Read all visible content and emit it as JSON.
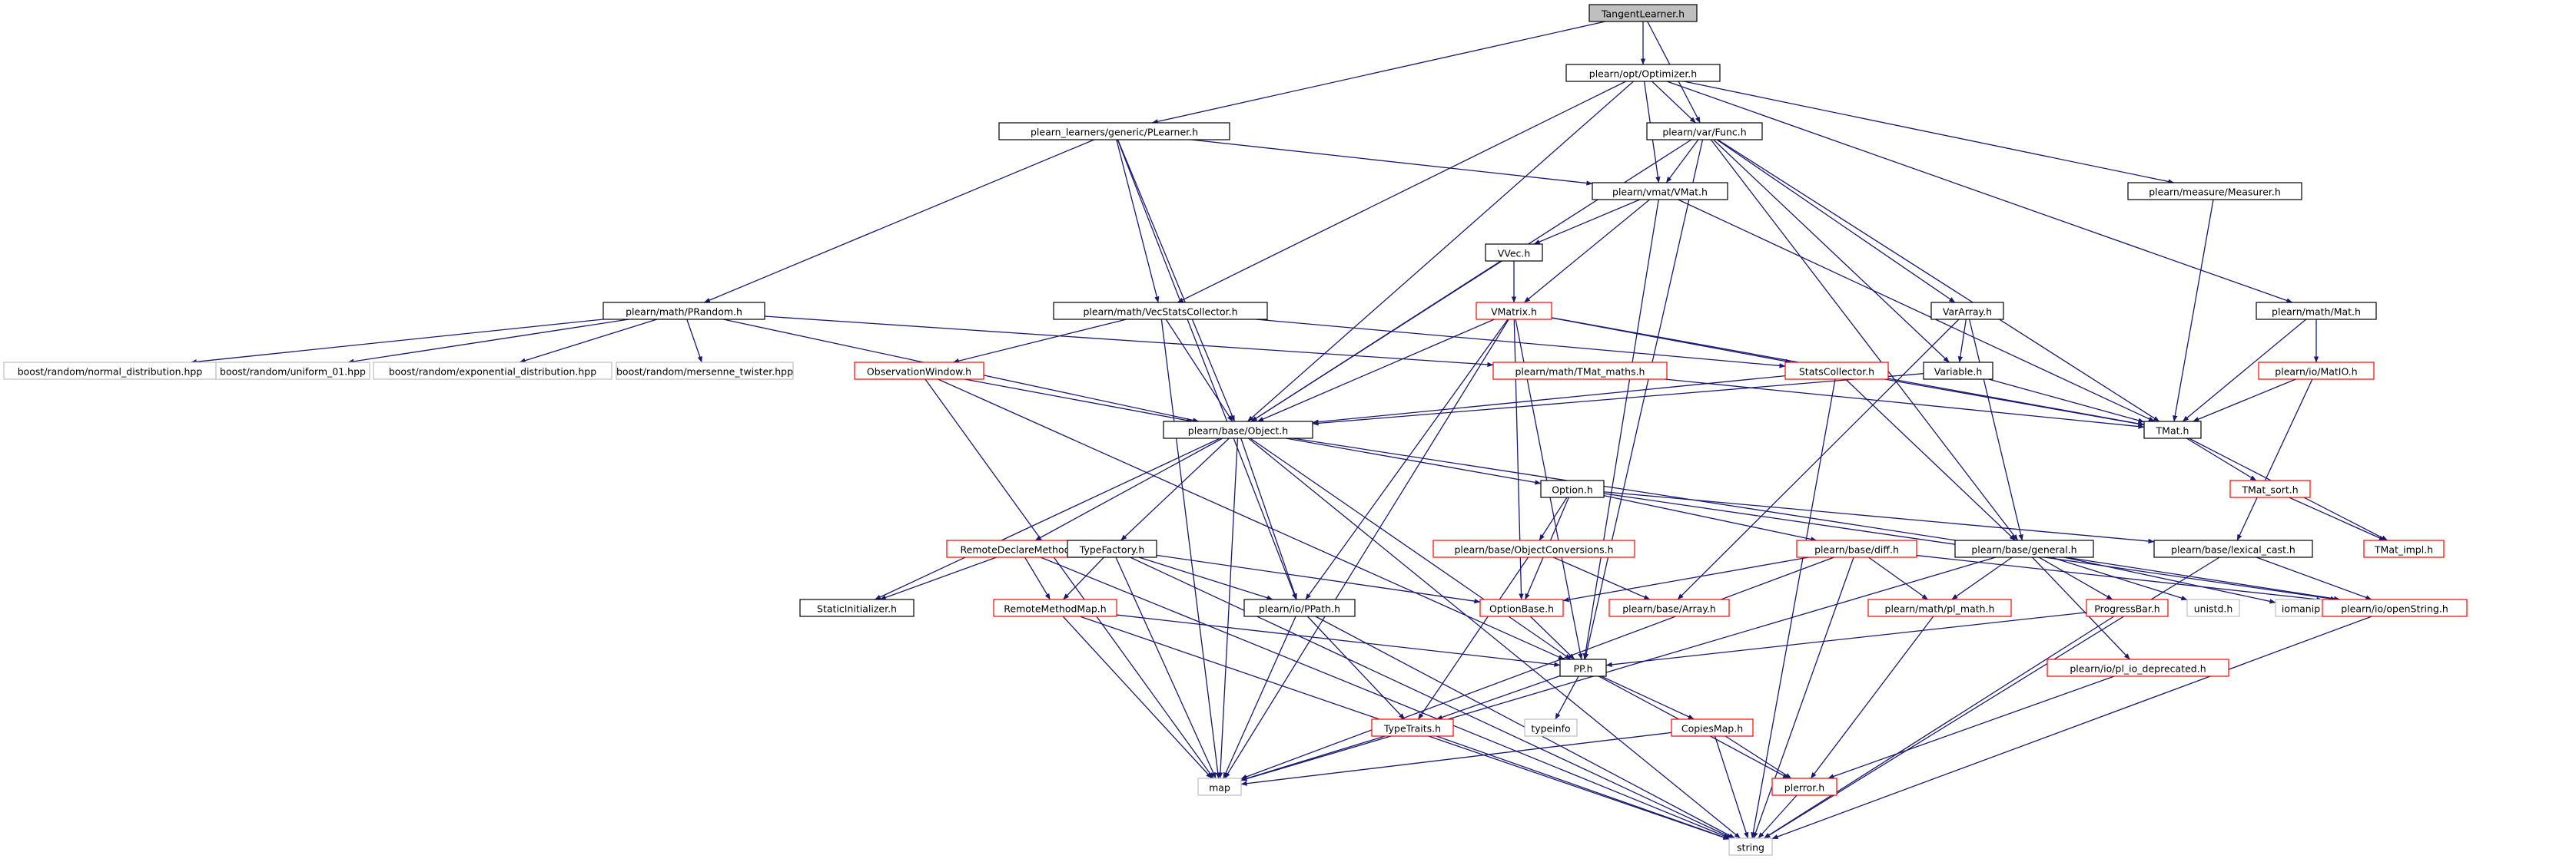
{
  "graph": {
    "colors": {
      "edge": "#191970",
      "normal_border": "#000000",
      "incomplete_border": "#ff0000",
      "external_border": "#bfbfbf",
      "root_fill": "#bfbfbf",
      "text": "#000000"
    },
    "nodes": [
      {
        "id": "TangentLearner.h",
        "label": "TangentLearner.h",
        "kind": "root"
      },
      {
        "id": "plearn/opt/Optimizer.h",
        "label": "plearn/opt/Optimizer.h",
        "kind": "normal"
      },
      {
        "id": "plearn_learners/generic/PLearner.h",
        "label": "plearn_learners/generic/PLearner.h",
        "kind": "normal"
      },
      {
        "id": "plearn/var/Func.h",
        "label": "plearn/var/Func.h",
        "kind": "normal"
      },
      {
        "id": "plearn/vmat/VMat.h",
        "label": "plearn/vmat/VMat.h",
        "kind": "normal"
      },
      {
        "id": "plearn/measure/Measurer.h",
        "label": "plearn/measure/Measurer.h",
        "kind": "normal"
      },
      {
        "id": "VVec.h",
        "label": "VVec.h",
        "kind": "normal"
      },
      {
        "id": "VMatrix.h",
        "label": "VMatrix.h",
        "kind": "incomplete"
      },
      {
        "id": "VarArray.h",
        "label": "VarArray.h",
        "kind": "normal"
      },
      {
        "id": "plearn/math/Mat.h",
        "label": "plearn/math/Mat.h",
        "kind": "normal"
      },
      {
        "id": "plearn/math/PRandom.h",
        "label": "plearn/math/PRandom.h",
        "kind": "normal"
      },
      {
        "id": "plearn/math/VecStatsCollector.h",
        "label": "plearn/math/VecStatsCollector.h",
        "kind": "normal"
      },
      {
        "id": "StatsCollector.h",
        "label": "StatsCollector.h",
        "kind": "incomplete"
      },
      {
        "id": "plearn/math/TMat_maths.h",
        "label": "plearn/math/TMat_maths.h",
        "kind": "incomplete"
      },
      {
        "id": "Variable.h",
        "label": "Variable.h",
        "kind": "normal"
      },
      {
        "id": "plearn/io/MatIO.h",
        "label": "plearn/io/MatIO.h",
        "kind": "incomplete"
      },
      {
        "id": "boost/random/normal_distribution.hpp",
        "label": "boost/random/normal_distribution.hpp",
        "kind": "external"
      },
      {
        "id": "boost/random/uniform_01.hpp",
        "label": "boost/random/uniform_01.hpp",
        "kind": "external"
      },
      {
        "id": "boost/random/exponential_distribution.hpp",
        "label": "boost/random/exponential_distribution.hpp",
        "kind": "external"
      },
      {
        "id": "boost/random/mersenne_twister.hpp",
        "label": "boost/random/mersenne_twister.hpp",
        "kind": "external"
      },
      {
        "id": "ObservationWindow.h",
        "label": "ObservationWindow.h",
        "kind": "incomplete"
      },
      {
        "id": "TMat.h",
        "label": "TMat.h",
        "kind": "normal"
      },
      {
        "id": "plearn/base/Object.h",
        "label": "plearn/base/Object.h",
        "kind": "normal"
      },
      {
        "id": "TMat_sort.h",
        "label": "TMat_sort.h",
        "kind": "incomplete"
      },
      {
        "id": "Option.h",
        "label": "Option.h",
        "kind": "normal"
      },
      {
        "id": "plearn/base/lexical_cast.h",
        "label": "plearn/base/lexical_cast.h",
        "kind": "normal"
      },
      {
        "id": "TMat_impl.h",
        "label": "TMat_impl.h",
        "kind": "incomplete"
      },
      {
        "id": "RemoteDeclareMethod.h",
        "label": "RemoteDeclareMethod.h",
        "kind": "incomplete"
      },
      {
        "id": "TypeFactory.h",
        "label": "TypeFactory.h",
        "kind": "normal"
      },
      {
        "id": "plearn/base/ObjectConversions.h",
        "label": "plearn/base/ObjectConversions.h",
        "kind": "incomplete"
      },
      {
        "id": "plearn/base/diff.h",
        "label": "plearn/base/diff.h",
        "kind": "incomplete"
      },
      {
        "id": "plearn/base/general.h",
        "label": "plearn/base/general.h",
        "kind": "normal"
      },
      {
        "id": "StaticInitializer.h",
        "label": "StaticInitializer.h",
        "kind": "normal"
      },
      {
        "id": "RemoteMethodMap.h",
        "label": "RemoteMethodMap.h",
        "kind": "incomplete"
      },
      {
        "id": "plearn/io/PPath.h",
        "label": "plearn/io/PPath.h",
        "kind": "normal"
      },
      {
        "id": "OptionBase.h",
        "label": "OptionBase.h",
        "kind": "incomplete"
      },
      {
        "id": "plearn/base/Array.h",
        "label": "plearn/base/Array.h",
        "kind": "incomplete"
      },
      {
        "id": "plearn/math/pl_math.h",
        "label": "plearn/math/pl_math.h",
        "kind": "incomplete"
      },
      {
        "id": "ProgressBar.h",
        "label": "ProgressBar.h",
        "kind": "incomplete"
      },
      {
        "id": "unistd.h",
        "label": "unistd.h",
        "kind": "external"
      },
      {
        "id": "iomanip",
        "label": "iomanip",
        "kind": "external"
      },
      {
        "id": "plearn/io/openString.h",
        "label": "plearn/io/openString.h",
        "kind": "incomplete"
      },
      {
        "id": "PP.h",
        "label": "PP.h",
        "kind": "normal"
      },
      {
        "id": "plearn/io/pl_io_deprecated.h",
        "label": "plearn/io/pl_io_deprecated.h",
        "kind": "incomplete"
      },
      {
        "id": "typeinfo",
        "label": "typeinfo",
        "kind": "external"
      },
      {
        "id": "TypeTraits.h",
        "label": "TypeTraits.h",
        "kind": "incomplete"
      },
      {
        "id": "CopiesMap.h",
        "label": "CopiesMap.h",
        "kind": "incomplete"
      },
      {
        "id": "map",
        "label": "map",
        "kind": "external"
      },
      {
        "id": "plerror.h",
        "label": "plerror.h",
        "kind": "incomplete"
      },
      {
        "id": "string",
        "label": "string",
        "kind": "external"
      }
    ],
    "edges": [
      [
        "TangentLearner.h",
        "plearn/opt/Optimizer.h"
      ],
      [
        "TangentLearner.h",
        "plearn_learners/generic/PLearner.h"
      ],
      [
        "TangentLearner.h",
        "plearn/var/Func.h"
      ],
      [
        "plearn/opt/Optimizer.h",
        "plearn/var/Func.h"
      ],
      [
        "plearn/opt/Optimizer.h",
        "plearn/vmat/VMat.h"
      ],
      [
        "plearn/opt/Optimizer.h",
        "plearn/measure/Measurer.h"
      ],
      [
        "plearn/opt/Optimizer.h",
        "plearn/math/Mat.h"
      ],
      [
        "plearn/opt/Optimizer.h",
        "plearn/math/VecStatsCollector.h"
      ],
      [
        "plearn/opt/Optimizer.h",
        "plearn/base/Object.h"
      ],
      [
        "plearn_learners/generic/PLearner.h",
        "plearn/vmat/VMat.h"
      ],
      [
        "plearn_learners/generic/PLearner.h",
        "plearn/math/PRandom.h"
      ],
      [
        "plearn_learners/generic/PLearner.h",
        "plearn/math/VecStatsCollector.h"
      ],
      [
        "plearn_learners/generic/PLearner.h",
        "plearn/base/Object.h"
      ],
      [
        "plearn_learners/generic/PLearner.h",
        "plearn/io/PPath.h"
      ],
      [
        "plearn/var/Func.h",
        "plearn/vmat/VMat.h"
      ],
      [
        "plearn/var/Func.h",
        "VarArray.h"
      ],
      [
        "plearn/var/Func.h",
        "Variable.h"
      ],
      [
        "plearn/var/Func.h",
        "TMat.h"
      ],
      [
        "plearn/var/Func.h",
        "plearn/base/Object.h"
      ],
      [
        "plearn/var/Func.h",
        "PP.h"
      ],
      [
        "plearn/var/Func.h",
        "plearn/base/general.h"
      ],
      [
        "plearn/vmat/VMat.h",
        "VVec.h"
      ],
      [
        "plearn/vmat/VMat.h",
        "VMatrix.h"
      ],
      [
        "plearn/vmat/VMat.h",
        "TMat.h"
      ],
      [
        "plearn/vmat/VMat.h",
        "PP.h"
      ],
      [
        "plearn/measure/Measurer.h",
        "TMat.h"
      ],
      [
        "VVec.h",
        "VMatrix.h"
      ],
      [
        "VVec.h",
        "plearn/base/Object.h"
      ],
      [
        "VMatrix.h",
        "StatsCollector.h"
      ],
      [
        "VMatrix.h",
        "plearn/base/Object.h"
      ],
      [
        "VMatrix.h",
        "TMat.h"
      ],
      [
        "VMatrix.h",
        "map"
      ],
      [
        "VMatrix.h",
        "plearn/io/PPath.h"
      ],
      [
        "VMatrix.h",
        "OptionBase.h"
      ],
      [
        "VMatrix.h",
        "PP.h"
      ],
      [
        "VarArray.h",
        "Variable.h"
      ],
      [
        "VarArray.h",
        "plearn/base/general.h"
      ],
      [
        "VarArray.h",
        "plearn/base/Array.h"
      ],
      [
        "plearn/math/Mat.h",
        "TMat.h"
      ],
      [
        "plearn/math/Mat.h",
        "plearn/io/MatIO.h"
      ],
      [
        "plearn/math/PRandom.h",
        "boost/random/normal_distribution.hpp"
      ],
      [
        "plearn/math/PRandom.h",
        "boost/random/uniform_01.hpp"
      ],
      [
        "plearn/math/PRandom.h",
        "boost/random/exponential_distribution.hpp"
      ],
      [
        "plearn/math/PRandom.h",
        "boost/random/mersenne_twister.hpp"
      ],
      [
        "plearn/math/PRandom.h",
        "plearn/base/Object.h"
      ],
      [
        "plearn/math/PRandom.h",
        "plearn/math/TMat_maths.h"
      ],
      [
        "plearn/math/VecStatsCollector.h",
        "ObservationWindow.h"
      ],
      [
        "plearn/math/VecStatsCollector.h",
        "StatsCollector.h"
      ],
      [
        "plearn/math/VecStatsCollector.h",
        "plearn/base/Object.h"
      ],
      [
        "plearn/math/VecStatsCollector.h",
        "map"
      ],
      [
        "StatsCollector.h",
        "plearn/base/Object.h"
      ],
      [
        "StatsCollector.h",
        "TMat.h"
      ],
      [
        "StatsCollector.h",
        "plearn/base/general.h"
      ],
      [
        "StatsCollector.h",
        "string"
      ],
      [
        "plearn/math/TMat_maths.h",
        "TMat.h"
      ],
      [
        "Variable.h",
        "TMat.h"
      ],
      [
        "Variable.h",
        "plearn/base/Object.h"
      ],
      [
        "plearn/io/MatIO.h",
        "TMat.h"
      ],
      [
        "plearn/io/MatIO.h",
        "plearn/base/lexical_cast.h"
      ],
      [
        "ObservationWindow.h",
        "plearn/base/Object.h"
      ],
      [
        "ObservationWindow.h",
        "map"
      ],
      [
        "ObservationWindow.h",
        "PP.h"
      ],
      [
        "TMat.h",
        "TMat_sort.h"
      ],
      [
        "TMat.h",
        "TMat_impl.h"
      ],
      [
        "TMat_sort.h",
        "TMat_impl.h"
      ],
      [
        "plearn/base/Object.h",
        "Option.h"
      ],
      [
        "plearn/base/Object.h",
        "RemoteDeclareMethod.h"
      ],
      [
        "plearn/base/Object.h",
        "TypeFactory.h"
      ],
      [
        "plearn/base/Object.h",
        "StaticInitializer.h"
      ],
      [
        "plearn/base/Object.h",
        "plearn/io/PPath.h"
      ],
      [
        "plearn/base/Object.h",
        "PP.h"
      ],
      [
        "plearn/base/Object.h",
        "map"
      ],
      [
        "plearn/base/Object.h",
        "string"
      ],
      [
        "plearn/base/Object.h",
        "plearn/io/openString.h"
      ],
      [
        "Option.h",
        "plearn/base/ObjectConversions.h"
      ],
      [
        "Option.h",
        "plearn/base/diff.h"
      ],
      [
        "Option.h",
        "OptionBase.h"
      ],
      [
        "Option.h",
        "plearn/base/lexical_cast.h"
      ],
      [
        "Option.h",
        "plearn/io/openString.h"
      ],
      [
        "plearn/base/lexical_cast.h",
        "plearn/io/openString.h"
      ],
      [
        "plearn/base/lexical_cast.h",
        "string"
      ],
      [
        "RemoteDeclareMethod.h",
        "StaticInitializer.h"
      ],
      [
        "RemoteDeclareMethod.h",
        "RemoteMethodMap.h"
      ],
      [
        "RemoteDeclareMethod.h",
        "string"
      ],
      [
        "TypeFactory.h",
        "RemoteMethodMap.h"
      ],
      [
        "TypeFactory.h",
        "plearn/io/PPath.h"
      ],
      [
        "TypeFactory.h",
        "OptionBase.h"
      ],
      [
        "TypeFactory.h",
        "map"
      ],
      [
        "TypeFactory.h",
        "string"
      ],
      [
        "plearn/base/ObjectConversions.h",
        "plearn/base/Array.h"
      ],
      [
        "plearn/base/ObjectConversions.h",
        "TypeTraits.h"
      ],
      [
        "plearn/base/diff.h",
        "OptionBase.h"
      ],
      [
        "plearn/base/diff.h",
        "plearn/math/pl_math.h"
      ],
      [
        "plearn/base/diff.h",
        "plearn/io/openString.h"
      ],
      [
        "plearn/base/diff.h",
        "map"
      ],
      [
        "plearn/base/diff.h",
        "string"
      ],
      [
        "plearn/base/general.h",
        "plearn/math/pl_math.h"
      ],
      [
        "plearn/base/general.h",
        "ProgressBar.h"
      ],
      [
        "plearn/base/general.h",
        "unistd.h"
      ],
      [
        "plearn/base/general.h",
        "iomanip"
      ],
      [
        "plearn/base/general.h",
        "plearn/io/pl_io_deprecated.h"
      ],
      [
        "plearn/base/general.h",
        "map"
      ],
      [
        "RemoteMethodMap.h",
        "PP.h"
      ],
      [
        "RemoteMethodMap.h",
        "map"
      ],
      [
        "RemoteMethodMap.h",
        "string"
      ],
      [
        "plearn/io/PPath.h",
        "TypeTraits.h"
      ],
      [
        "plearn/io/PPath.h",
        "map"
      ],
      [
        "plearn/io/PPath.h",
        "string"
      ],
      [
        "OptionBase.h",
        "PP.h"
      ],
      [
        "plearn/math/pl_math.h",
        "plerror.h"
      ],
      [
        "ProgressBar.h",
        "PP.h"
      ],
      [
        "ProgressBar.h",
        "string"
      ],
      [
        "plearn/io/openString.h",
        "string"
      ],
      [
        "PP.h",
        "typeinfo"
      ],
      [
        "PP.h",
        "TypeTraits.h"
      ],
      [
        "PP.h",
        "CopiesMap.h"
      ],
      [
        "PP.h",
        "plerror.h"
      ],
      [
        "plearn/io/pl_io_deprecated.h",
        "plerror.h"
      ],
      [
        "TypeTraits.h",
        "map"
      ],
      [
        "TypeTraits.h",
        "string"
      ],
      [
        "CopiesMap.h",
        "map"
      ],
      [
        "CopiesMap.h",
        "plerror.h"
      ],
      [
        "CopiesMap.h",
        "string"
      ],
      [
        "plerror.h",
        "string"
      ]
    ]
  }
}
